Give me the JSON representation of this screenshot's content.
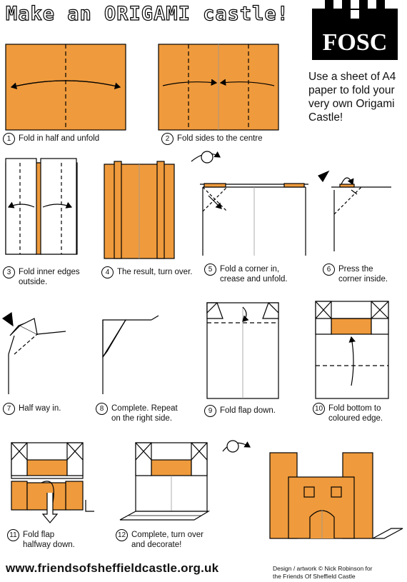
{
  "title": "Make an ORIGAMI castle!",
  "logo": {
    "label": "FOSC"
  },
  "intro": "Use a sheet of A4 paper to fold your very own Origami Castle!",
  "colors": {
    "paper": "#EF9A3C",
    "ink": "#000000",
    "white": "#FFFFFF"
  },
  "steps": [
    {
      "n": "1",
      "text": "Fold in half and unfold"
    },
    {
      "n": "2",
      "text": "Fold sides to the centre"
    },
    {
      "n": "3",
      "text": "Fold inner edges\noutside."
    },
    {
      "n": "4",
      "text": "The result, turn over."
    },
    {
      "n": "5",
      "text": "Fold a corner in,\ncrease and unfold."
    },
    {
      "n": "6",
      "text": "Press the\ncorner inside."
    },
    {
      "n": "7",
      "text": "Half way in."
    },
    {
      "n": "8",
      "text": "Complete. Repeat\non the right side."
    },
    {
      "n": "9",
      "text": "Fold flap down."
    },
    {
      "n": "10",
      "text": "Fold bottom to\ncoloured edge."
    },
    {
      "n": "11",
      "text": "Fold flap\nhalfway down."
    },
    {
      "n": "12",
      "text": "Complete, turn over\nand decorate!"
    }
  ],
  "footer": {
    "website": "www.friendsofsheffieldcastle.org.uk",
    "credit": "Design / artwork © Nick Robinson for\nthe Friends Of Sheffield Castle"
  }
}
